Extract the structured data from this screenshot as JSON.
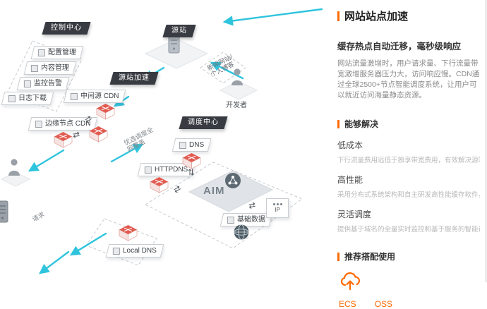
{
  "icons": {
    "exchange": "⇄"
  },
  "panel": {
    "title": "网站站点加速",
    "headline": "缓存热点自动迁移，毫秒级响应",
    "description": "网站流量激增时，用户请求量、下行流量带宽激增服务器压力大，访问响应慢。CDN通过全球2500+节点智能调度系统，让用户可以就近访问海量静态资源。",
    "sections": {
      "solve": "能够解决",
      "recommend": "推荐搭配使用"
    },
    "features": [
      {
        "name": "低成本",
        "desc": "下行流量费用远低于独享带宽费用，有效解决源站带宽压力"
      },
      {
        "name": "高性能",
        "desc": "采用分布式系统架构和自主研发高性能缓存软件，稳定高效"
      },
      {
        "name": "灵活调度",
        "desc": "提供基于域名的全量实时监控和基于服务的智能调度"
      }
    ],
    "products": [
      {
        "label": "ECS"
      },
      {
        "label": "OSS"
      }
    ],
    "accent_color": "#ff6a00"
  },
  "diagram": {
    "control_center": "控制中心",
    "config_mgmt": "配置管理",
    "content_mgmt": "内容管理",
    "monitor_alert": "监控告警",
    "log_download": "日志下载",
    "origin": "源站",
    "origin_accel": "源站加速",
    "dispatch_center": "调度中心",
    "mid_cdn": "中间源 CDN",
    "edge_cdn": "边缘节点 CDN",
    "dns": "DNS",
    "httpdns": "HTTPDNS",
    "aim": "AIM",
    "ip": "IP",
    "base_data": "基础数据",
    "local_dns": "Local DNS",
    "developer": "开发者",
    "site_note_1": "新闻网站/",
    "site_note_2": "个人博客",
    "schedule_note_1": "优选调度全",
    "schedule_note_2": "网覆盖",
    "request": "请求",
    "arrow_color": "#2fc4dd"
  }
}
